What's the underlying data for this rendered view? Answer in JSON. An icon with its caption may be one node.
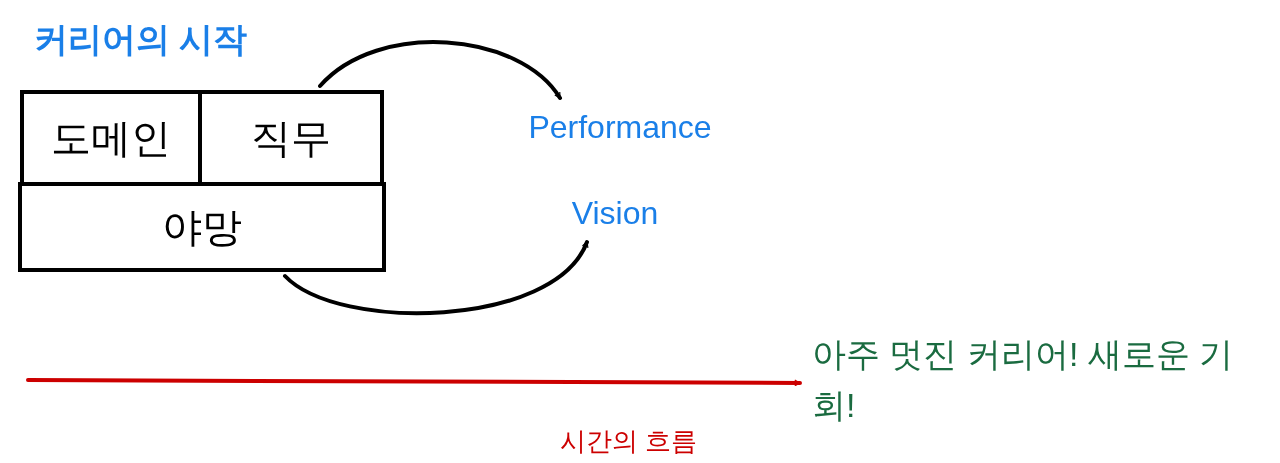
{
  "diagram": {
    "title": "커리어의 시작",
    "nodes": [
      {
        "text": [
          "도메인"
        ]
      },
      {
        "text": [
          "직무"
        ]
      },
      {
        "text": [
          "야망"
        ]
      },
      {
        "text": [
          "Performance"
        ]
      },
      {
        "text": [
          "Vision"
        ]
      },
      {
        "text": [
          "아주 멋진 커리어! 새로운 기회!"
        ]
      }
    ],
    "edges": [
      {
        "from": 1,
        "to": 3,
        "arrow": "to"
      },
      {
        "from": 2,
        "to": 4,
        "arrow": "to"
      },
      {
        "from": null,
        "to": 5,
        "arrow": "to",
        "label": "시간의 흐름",
        "color": "#cc0000"
      }
    ]
  }
}
